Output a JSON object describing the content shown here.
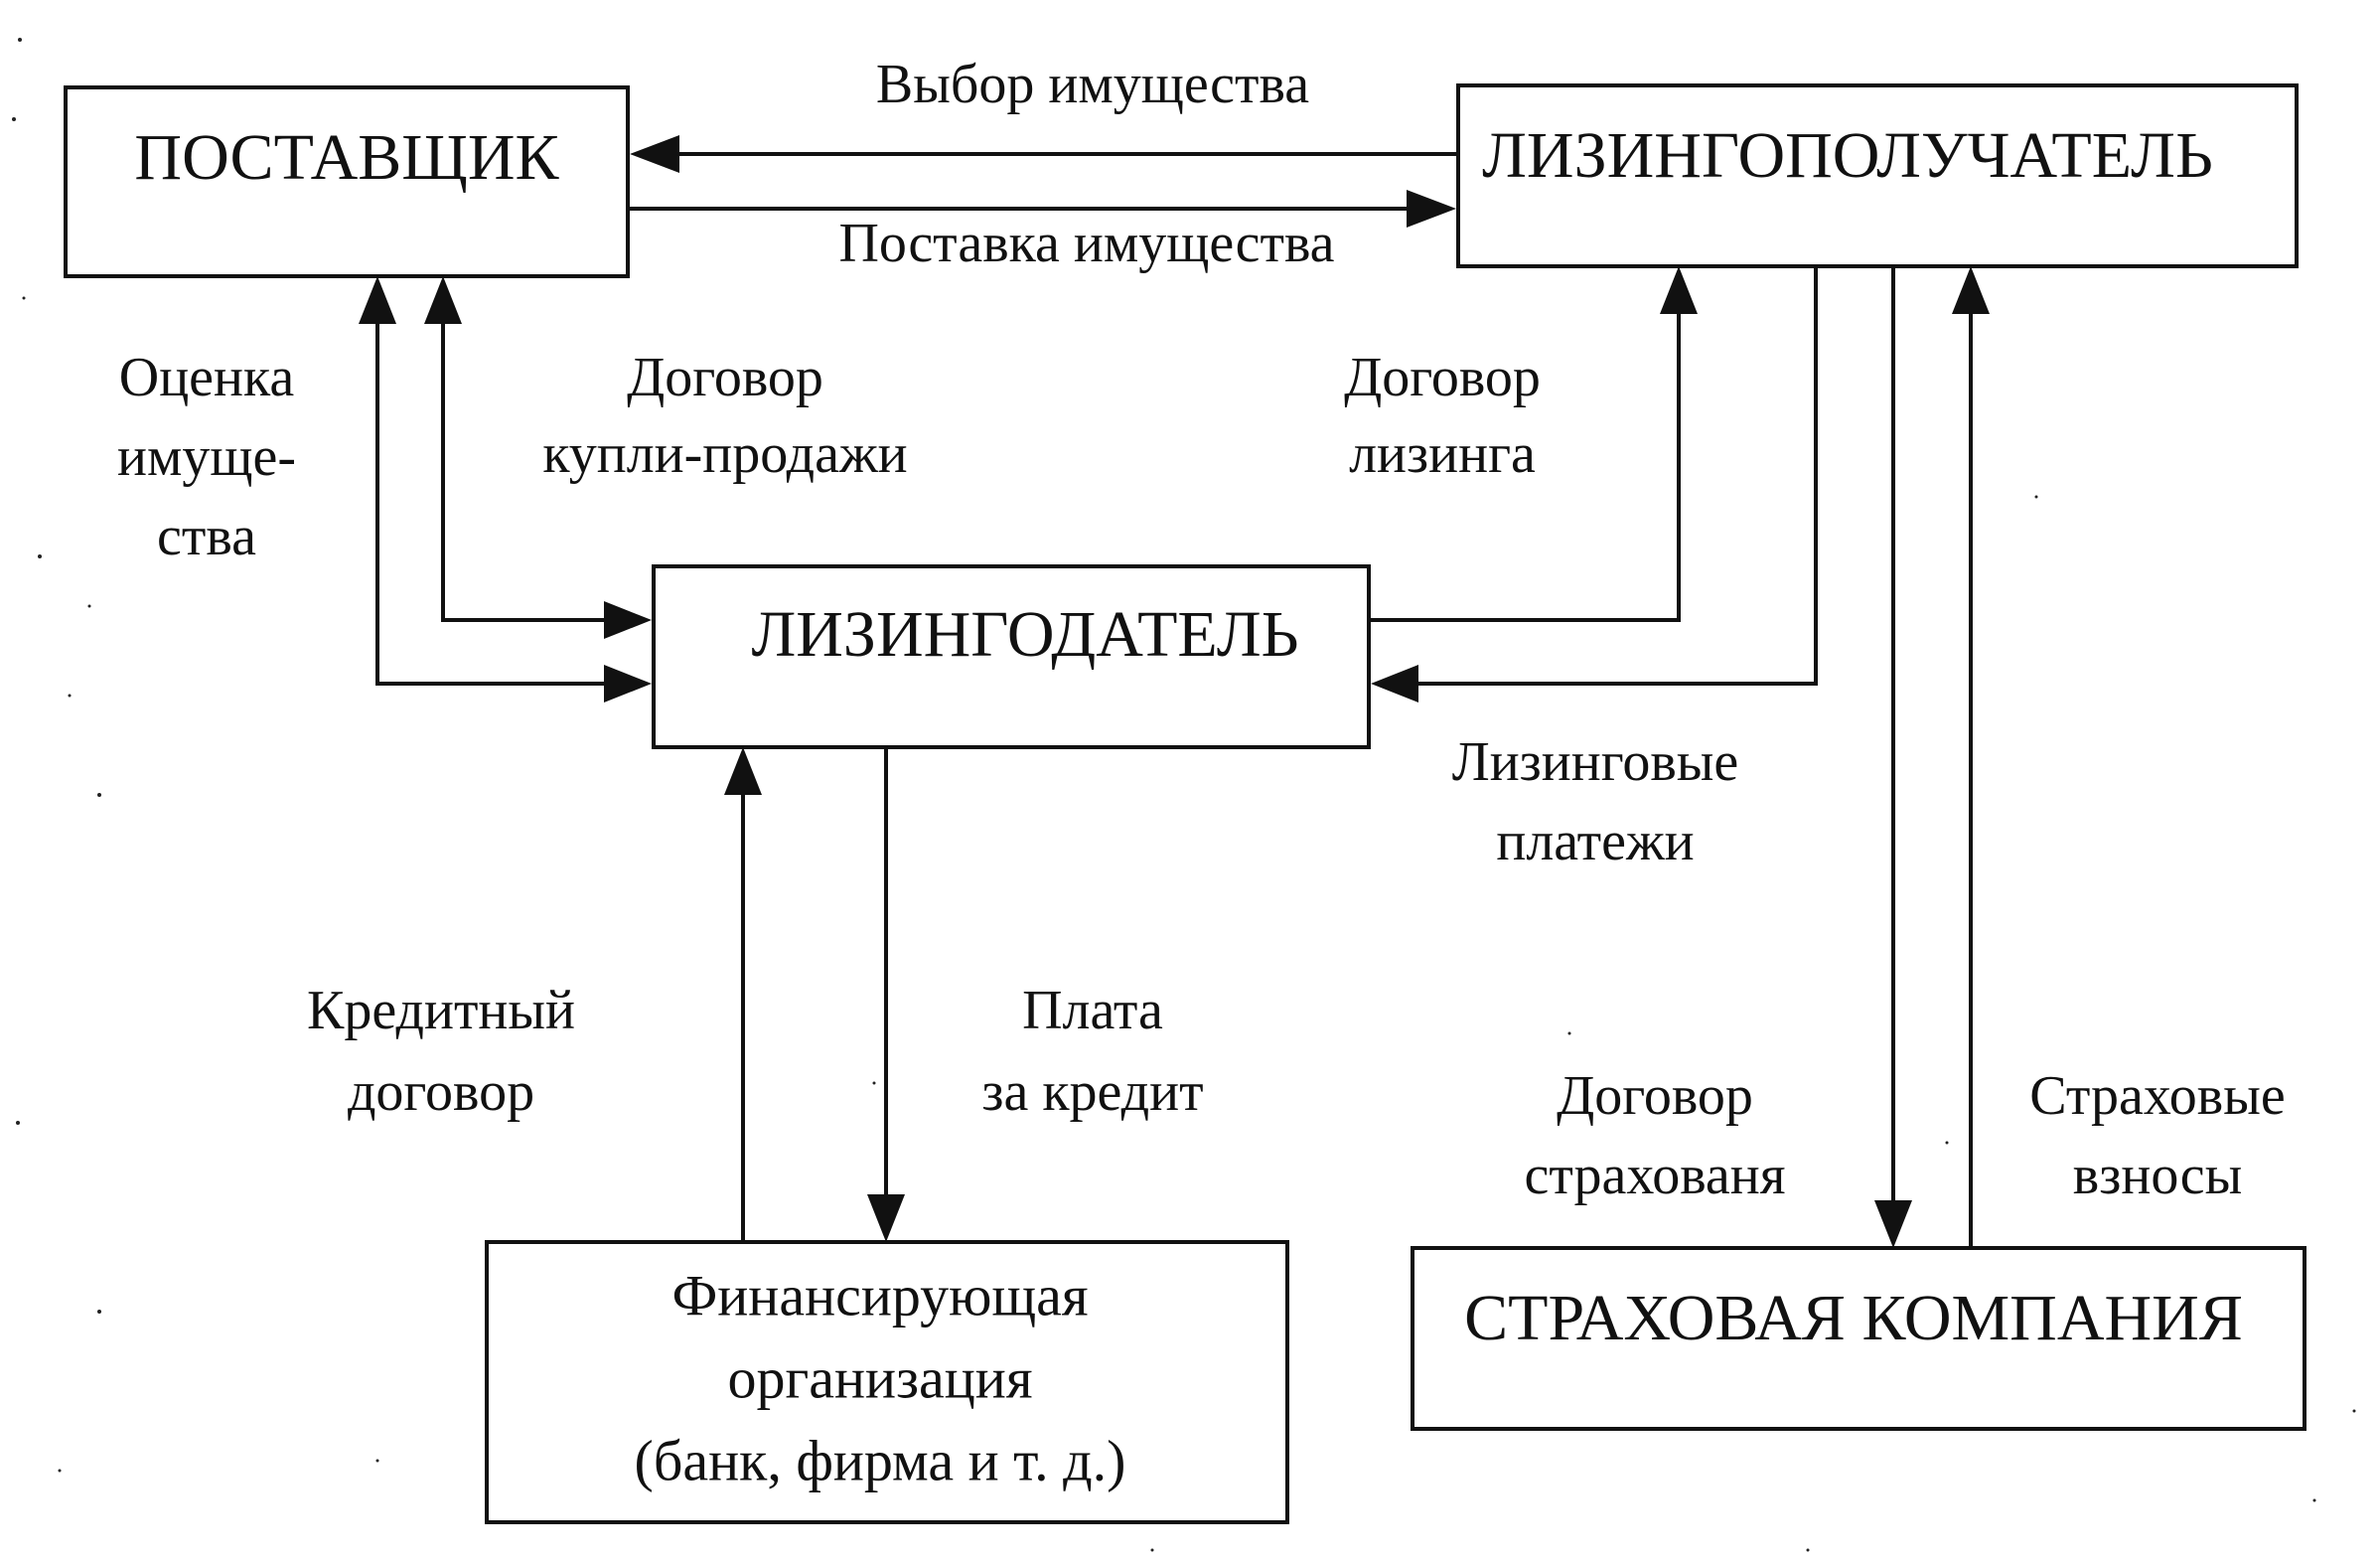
{
  "nodes": {
    "supplier": "ПОСТАВЩИК",
    "lessee": "ЛИЗИНГОПОЛУЧАТЕЛЬ",
    "lessor": "ЛИЗИНГОДАТЕЛЬ",
    "financier": [
      "Финансирующая",
      "организация",
      "(банк, фирма и т. д.)"
    ],
    "insurer": "СТРАХОВАЯ КОМПАНИЯ"
  },
  "edges": {
    "property_selection": "Выбор имущества",
    "property_delivery": "Поставка имущества",
    "property_valuation": [
      "Оценка",
      "имуще-",
      "ства"
    ],
    "sale_contract": [
      "Договор",
      "купли-продажи"
    ],
    "leasing_contract": [
      "Договор",
      "лизинга"
    ],
    "leasing_payments": [
      "Лизинговые",
      "платежи"
    ],
    "credit_contract": [
      "Кредитный",
      "договор"
    ],
    "credit_payment": [
      "Плата",
      "за кредит"
    ],
    "insurance_contract": [
      "Договор",
      "страхованя"
    ],
    "insurance_premiums": [
      "Страховые",
      "взносы"
    ]
  }
}
